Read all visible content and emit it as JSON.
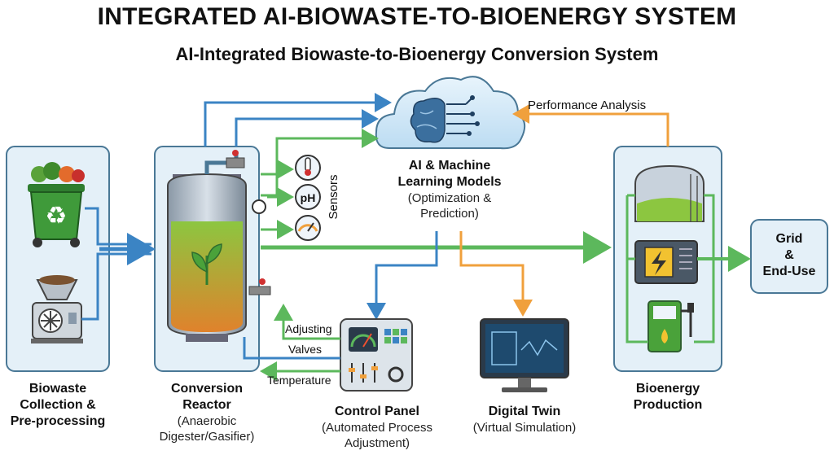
{
  "title": "INTEGRATED AI-BIOWASTE-TO-BIOENERGY SYSTEM",
  "subtitle": "AI-Integrated Biowaste-to-Bioenergy Conversion System",
  "colors": {
    "panel_fill": "#e4f0f8",
    "panel_stroke": "#4a7896",
    "blue_arrow": "#3b84c4",
    "green_arrow": "#5cb85c",
    "orange_arrow": "#f0a03c"
  },
  "stages": {
    "collection": {
      "title_line1": "Biowaste",
      "title_line2": "Collection &",
      "title_line3": "Pre-processing"
    },
    "reactor": {
      "title_line1": "Conversion",
      "title_line2": "Reactor",
      "sub_line1": "(Anaerobic",
      "sub_line2": "Digester/Gasifier)"
    },
    "ai": {
      "title_line1": "AI & Machine",
      "title_line2": "Learning Models",
      "sub_line1": "(Optimization &",
      "sub_line2": "Prediction)"
    },
    "control": {
      "title": "Control Panel",
      "sub_line1": "(Automated Process",
      "sub_line2": "Adjustment)"
    },
    "twin": {
      "title": "Digital Twin",
      "sub": "(Virtual Simulation)"
    },
    "bioenergy": {
      "title_line1": "Bioenergy",
      "title_line2": "Production"
    },
    "grid": {
      "line1": "Grid",
      "line2": "&",
      "line3": "End-Use"
    }
  },
  "annotations": {
    "sensors": "Sensors",
    "performance": "Performance Analysis",
    "adjusting": "Adjusting",
    "valves": "Valves",
    "temperature": "Temperature",
    "ph": "pH"
  },
  "icons": {
    "bin": "recycle-bin-icon",
    "grinder": "grinder-icon",
    "reactor": "reactor-tank-icon",
    "thermometer": "thermometer-icon",
    "gauge": "gauge-icon",
    "cloud": "ai-brain-cloud-icon",
    "generator": "generator-icon",
    "tank": "biogas-tank-icon",
    "pump": "fuel-pump-icon",
    "monitor": "monitor-icon"
  }
}
